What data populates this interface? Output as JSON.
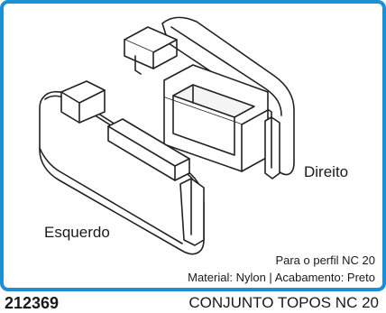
{
  "labels": {
    "right_piece": "Direito",
    "left_piece": "Esquerdo"
  },
  "notes": {
    "profile": "Para o perfil NC 20",
    "material": "Material: Nylon | Acabamento: Preto"
  },
  "footer": {
    "code": "212369",
    "title": "CONJUNTO TOPOS NC 20"
  },
  "colors": {
    "frame": "#1d8fd6",
    "line": "#222222"
  }
}
